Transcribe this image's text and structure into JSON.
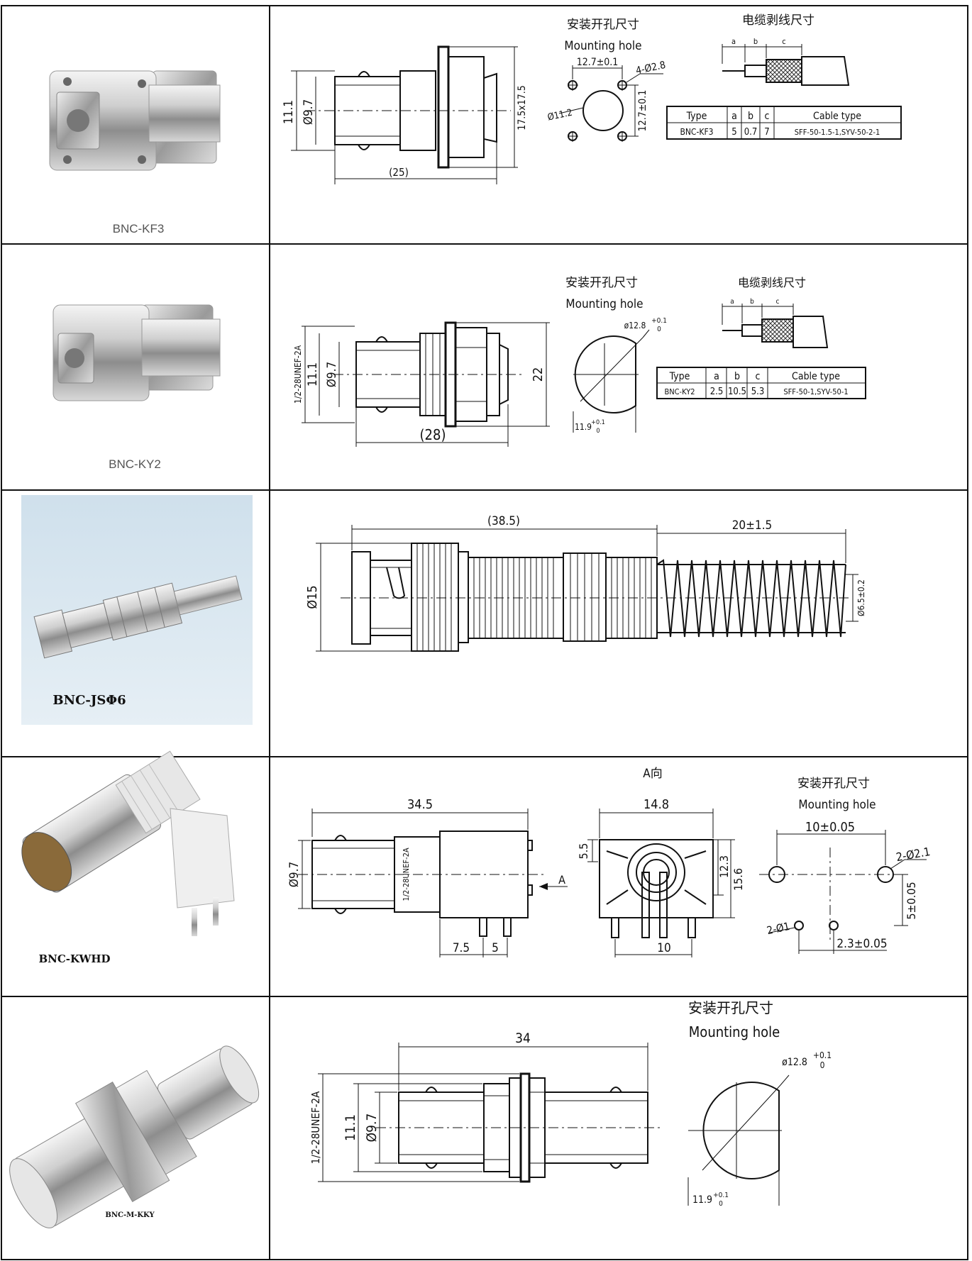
{
  "rows": [
    {
      "model": "BNC-KF3",
      "dims": {
        "body_od": "11.1",
        "inner_d": "Ø9.7",
        "flange": "17.5x17.5",
        "length": "(25)"
      },
      "hole": {
        "title_cn": "安装开孔尺寸",
        "title_en": "Mounting hole",
        "pitch": "12.7±0.1",
        "screw": "4-Ø2.8",
        "center": "Ø11.2",
        "vpitch": "12.7±0.1"
      },
      "strip": {
        "title_cn": "电缆剥线尺寸",
        "a": "a",
        "b": "b",
        "c": "c",
        "table": {
          "headers": [
            "Type",
            "a",
            "b",
            "c",
            "Cable type"
          ],
          "row": [
            "BNC-KF3",
            "5",
            "0.7",
            "7",
            "SFF-50-1.5-1,SYV-50-2-1"
          ]
        }
      }
    },
    {
      "model": "BNC-KY2",
      "dims": {
        "thread": "1/2-28UNEF-2A",
        "body_od": "11.1",
        "inner_d": "Ø9.7",
        "height": "22",
        "length": "(28)"
      },
      "hole": {
        "title_cn": "安装开孔尺寸",
        "title_en": "Mounting hole",
        "dia": "ø12.8",
        "dia_tol_up": "+0.1",
        "dia_tol_lo": "0",
        "flat": "11.9",
        "flat_tol_up": "+0.1",
        "flat_tol_lo": "0"
      },
      "strip": {
        "title_cn": "电缆剥线尺寸",
        "a": "a",
        "b": "b",
        "c": "c",
        "table": {
          "headers": [
            "Type",
            "a",
            "b",
            "c",
            "Cable type"
          ],
          "row": [
            "BNC-KY2",
            "2.5",
            "10.5",
            "5.3",
            "SFF-50-1,SYV-50-1"
          ]
        }
      }
    },
    {
      "model": "BNC-JSΦ6",
      "dims": {
        "length": "(38.5)",
        "hose": "20±1.5",
        "od": "Ø15",
        "cable": "Ø6.5±0.2"
      }
    },
    {
      "model": "BNC-KWHD",
      "dims": {
        "length": "34.5",
        "inner_d": "Ø9.7",
        "thread": "1/2-28UNEF-2A",
        "arrow": "A",
        "pitch1": "7.5",
        "pitch2": "5"
      },
      "view": {
        "title": "A向",
        "width": "14.8",
        "h1": "5.5",
        "h2": "12.3",
        "h3": "15.6",
        "pin": "10"
      },
      "hole": {
        "title_cn": "安装开孔尺寸",
        "title_en": "Mounting hole",
        "pitch": "10±0.05",
        "big": "2-Ø2.1",
        "small": "2-Ø1",
        "vpitch": "5±0.05",
        "hpitch": "2.3±0.05"
      }
    },
    {
      "model": "BNC-M-KKY",
      "dims": {
        "length": "34",
        "thread": "1/2-28UNEF-2A",
        "body_od": "11.1",
        "inner_d": "Ø9.7"
      },
      "hole": {
        "title_cn": "安装开孔尺寸",
        "title_en": "Mounting hole",
        "dia": "ø12.8",
        "dia_tol_up": "+0.1",
        "dia_tol_lo": "0",
        "flat": "11.9",
        "flat_tol_up": "+0.1",
        "flat_tol_lo": "0"
      }
    }
  ]
}
